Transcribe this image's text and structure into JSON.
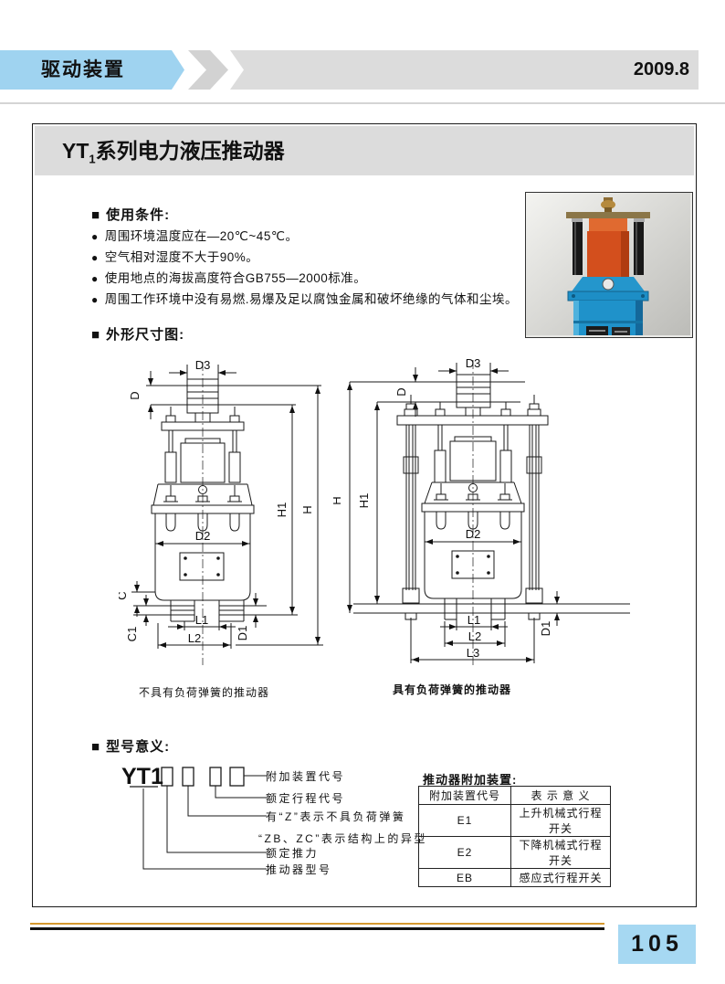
{
  "ui": {
    "square_marker": "■",
    "bullet_marker": "●"
  },
  "header": {
    "category": "驱动装置",
    "date": "2009.8"
  },
  "title": {
    "prefix": "YT",
    "subscript": "1",
    "rest": "系列电力液压推动器"
  },
  "usage": {
    "heading": "使用条件:",
    "items": [
      "周围环境温度应在—20℃~45℃。",
      "空气相对湿度不大于90%。",
      "使用地点的海拔高度符合GB755—2000标准。",
      "周围工作环境中没有易燃.易爆及足以腐蚀金属和破坏绝缘的气体和尘埃。"
    ]
  },
  "dimensions": {
    "heading": "外形尺寸图:",
    "left": {
      "caption": "不具有负荷弹簧的推动器",
      "labels": {
        "D3": "D3",
        "D": "D",
        "H1": "H1",
        "H": "H",
        "D2": "D2",
        "C": "C",
        "C1": "C1",
        "L1": "L1",
        "L2": "L2",
        "D1": "D1"
      }
    },
    "right": {
      "caption": "具有负荷弹簧的推动器",
      "labels": {
        "D3": "D3",
        "D": "D",
        "H1": "H1",
        "H": "H",
        "D2": "D2",
        "L1": "L1",
        "L2": "L2",
        "L3": "L3",
        "D1": "D1"
      }
    }
  },
  "model": {
    "heading": "型号意义:",
    "code": "YT1",
    "annotations": [
      "附加装置代号",
      "额定行程代号",
      "有“Z”表示不具负荷弹簧",
      "“ZB、ZC”表示结构上的异型",
      "额定推力",
      "推动器型号"
    ]
  },
  "accessories": {
    "title": "推动器附加装置:",
    "headers": [
      "附加装置代号",
      "表 示 意 义"
    ],
    "rows": [
      {
        "code": "E1",
        "meaning": "上升机械式行程开关"
      },
      {
        "code": "E2",
        "meaning": "下降机械式行程开关"
      },
      {
        "code": "EB",
        "meaning": "感应式行程开关"
      }
    ]
  },
  "footer": {
    "page_number": "105"
  },
  "colors": {
    "banner_blue": "#9fd3f0",
    "banner_gray": "#dcdcdc",
    "footer_gold": "#d6992f",
    "page_box_blue": "#a6d8f2"
  }
}
